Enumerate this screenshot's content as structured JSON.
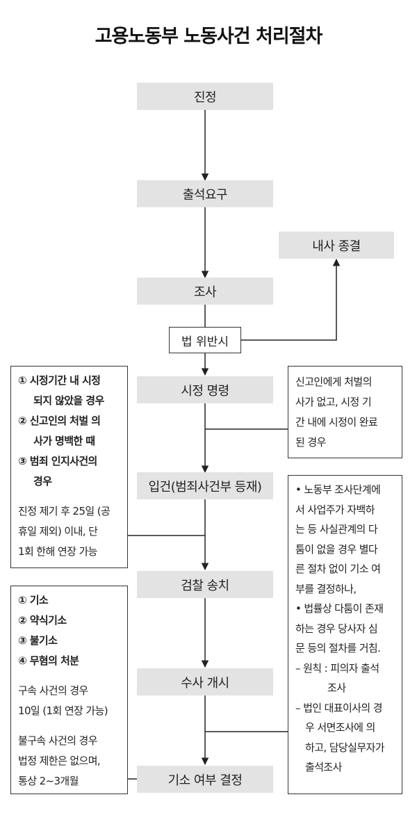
{
  "title": "고용노동부 노동사건 처리절차",
  "steps": [
    "진정",
    "출석요구",
    "조사",
    "시정 명령",
    "입건(범죄사건부 등재)",
    "검찰 송치",
    "수사 개시",
    "기소 여부 결정"
  ],
  "internal_close": "내사 종결",
  "violation": "법 위반시",
  "left_note_1": {
    "items": [
      "① 시정기간 내 시정",
      "되지 않았을 경우",
      "② 신고인의 처벌 의",
      "사가 명백한 때",
      "③ 범죄 인지사건의",
      "경우"
    ],
    "extra": [
      "진정 제기 후 25일 (공",
      "휴일 제외) 이내, 단",
      "1회 한해 연장 가능"
    ]
  },
  "left_note_2": {
    "items": [
      "① 기소",
      "② 약식기소",
      "③ 불기소",
      "④ 무혐의 처분"
    ],
    "detained": [
      "구속 사건의 경우",
      "10일 (1회 연장 가능)"
    ],
    "not_detained": [
      "불구속 사건의 경우",
      "법정 제한은 없으며,",
      "통상 2~3개월"
    ]
  },
  "right_note_1": [
    "신고인에게 처벌의",
    "사가 없고, 시정 기",
    "간 내에 시정이 완료",
    "된 경우"
  ],
  "right_note_2": [
    "• 노동부 조사단계에",
    "서 사업주가 자백하",
    "는 등 사실관계의 다",
    "툼이 없을 경우 별다",
    "른 절차 없이 기소 여",
    "부를 결정하나,",
    "• 법률상 다툼이 존재",
    "하는 경우 당사자 심",
    "문 등의 절차를 거침.",
    "– 원칙 : 피의자 출석",
    "조사",
    "– 법인 대표이사의 경",
    "우 서면조사에 의",
    "하고, 담당실무자가",
    "출석조사"
  ]
}
